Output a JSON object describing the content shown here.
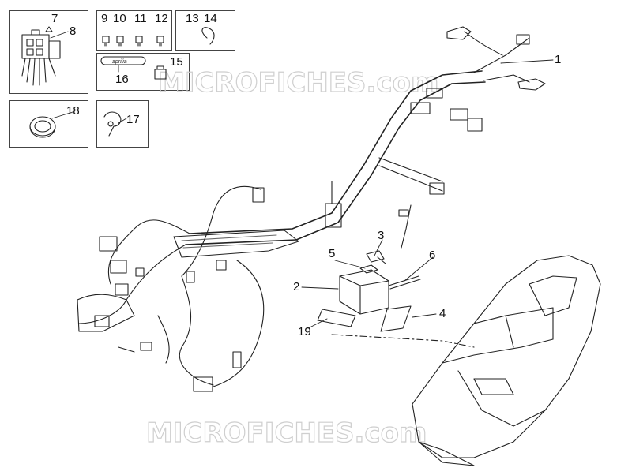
{
  "watermark": "MICROFICHES.com",
  "fuse_label_text": "aprilia",
  "callouts": {
    "c1": "1",
    "c2": "2",
    "c3": "3",
    "c4": "4",
    "c5": "5",
    "c6": "6",
    "c7": "7",
    "c8": "8",
    "c9": "9",
    "c10": "10",
    "c11": "11",
    "c12": "12",
    "c13": "13",
    "c14": "14",
    "c15": "15",
    "c16": "16",
    "c17": "17",
    "c18": "18",
    "c19": "19"
  }
}
